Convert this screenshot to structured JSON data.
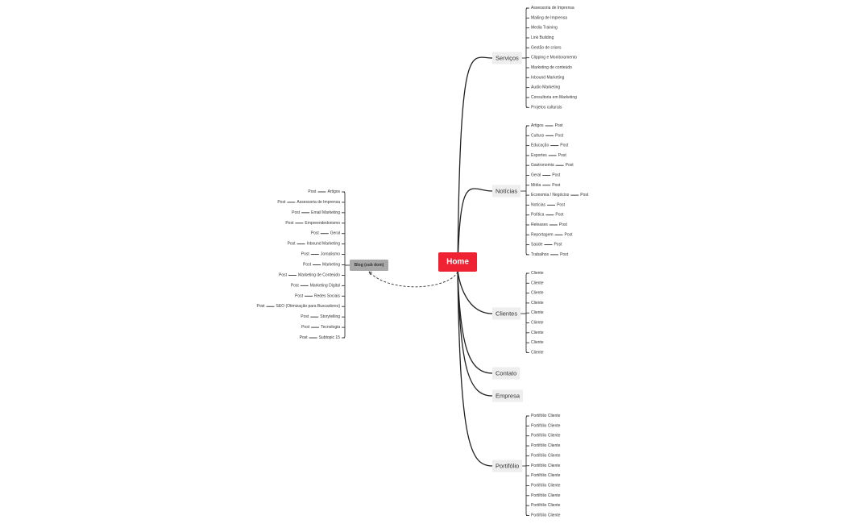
{
  "central": {
    "label": "Home"
  },
  "colors": {
    "central": "#ee2233",
    "node_bg": "#eeeeee",
    "blog_bg": "#a8a8a8",
    "line": "#333333"
  },
  "branches": [
    {
      "label": "Serviços",
      "children": [
        {
          "label": "Assessoria de Imprensa"
        },
        {
          "label": "Mailing de Imprensa"
        },
        {
          "label": "Media Training"
        },
        {
          "label": "Link Building"
        },
        {
          "label": "Gestão de crises"
        },
        {
          "label": "Clipping e Monitoramento"
        },
        {
          "label": "Marketing de conteúdo"
        },
        {
          "label": "Inbound Marketing"
        },
        {
          "label": "Audio Marketing"
        },
        {
          "label": "Consultoria em Marketing"
        },
        {
          "label": "Projetos culturais"
        }
      ]
    },
    {
      "label": "Notícias",
      "children": [
        {
          "label": "Artigos",
          "sub": "Post"
        },
        {
          "label": "Cultura",
          "sub": "Post"
        },
        {
          "label": "Educação",
          "sub": "Post"
        },
        {
          "label": "Esportes",
          "sub": "Post"
        },
        {
          "label": "Gastronomia",
          "sub": "Post"
        },
        {
          "label": "Geral",
          "sub": "Post"
        },
        {
          "label": "Mídia",
          "sub": "Post"
        },
        {
          "label": "Economia / Negócios",
          "sub": "Post"
        },
        {
          "label": "Notícias",
          "sub": "Post"
        },
        {
          "label": "Política",
          "sub": "Post"
        },
        {
          "label": "Releases",
          "sub": "Post"
        },
        {
          "label": "Reportagem",
          "sub": "Post"
        },
        {
          "label": "Saúde",
          "sub": "Post"
        },
        {
          "label": "Trabalhos",
          "sub": "Post"
        }
      ]
    },
    {
      "label": "Clientes",
      "children": [
        {
          "label": "Cliente"
        },
        {
          "label": "Cliente"
        },
        {
          "label": "Cliente"
        },
        {
          "label": "Cliente"
        },
        {
          "label": "Cliente"
        },
        {
          "label": "Cliente"
        },
        {
          "label": "Cliente"
        },
        {
          "label": "Cliente"
        },
        {
          "label": "Cliente"
        }
      ]
    },
    {
      "label": "Contato",
      "children": []
    },
    {
      "label": "Empresa",
      "children": []
    },
    {
      "label": "Portifólio",
      "children": [
        {
          "label": "Portifólio Cliente"
        },
        {
          "label": "Portifólio Cliente"
        },
        {
          "label": "Portifólio Cliente"
        },
        {
          "label": "Portifólio Cliente"
        },
        {
          "label": "Portifólio Cliente"
        },
        {
          "label": "Portifólio Cliente"
        },
        {
          "label": "Portifólio Cliente"
        },
        {
          "label": "Portifólio Cliente"
        },
        {
          "label": "Portifólio Cliente"
        },
        {
          "label": "Portifólio Cliente"
        },
        {
          "label": "Portifólio Cliente"
        }
      ]
    }
  ],
  "blog": {
    "label": "Blog (sub dom)",
    "children": [
      {
        "label": "Artigos",
        "sub": "Post"
      },
      {
        "label": "Assessoria de Imprensa",
        "sub": "Post"
      },
      {
        "label": "Email Marketing",
        "sub": "Post"
      },
      {
        "label": "Empreendedorismo",
        "sub": "Post"
      },
      {
        "label": "Geral",
        "sub": "Post"
      },
      {
        "label": "Inbound Marketing",
        "sub": "Post"
      },
      {
        "label": "Jornalismo",
        "sub": "Post"
      },
      {
        "label": "Marketing",
        "sub": "Post"
      },
      {
        "label": "Marketing de Conteúdo",
        "sub": "Post"
      },
      {
        "label": "Marketing Digital",
        "sub": "Post"
      },
      {
        "label": "Redes Sociais",
        "sub": "Post"
      },
      {
        "label": "SEO (Otimização para Buscadores)",
        "sub": "Post"
      },
      {
        "label": "Storytelling",
        "sub": "Post"
      },
      {
        "label": "Tecnologia",
        "sub": "Post"
      },
      {
        "label": "Subtopic 15",
        "sub": "Post"
      }
    ]
  }
}
